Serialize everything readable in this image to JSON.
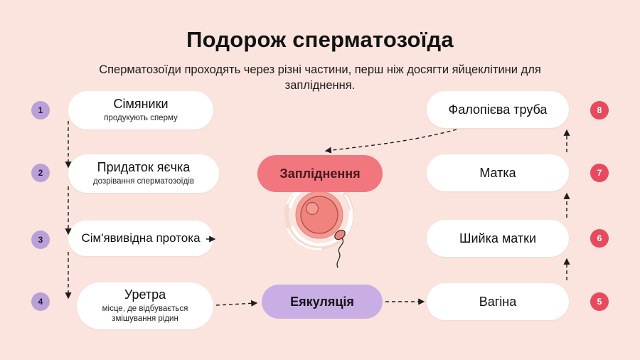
{
  "page": {
    "title": "Подорож сперматозоїда",
    "subtitle": "Сперматозоїди проходять через різні частини, перш ніж досягти яйцеклітини для запліднення."
  },
  "left_column": {
    "items": [
      {
        "number": "1",
        "title": "Сімяники",
        "description": "продукують сперму"
      },
      {
        "number": "2",
        "title": "Придаток яєчка",
        "description": "дозрівання сперматозоїдів"
      },
      {
        "number": "3",
        "title": "Сім'явивідна протока",
        "description": ""
      },
      {
        "number": "4",
        "title": "Уретра",
        "description": "місце, де відбувається змішування рідин"
      }
    ]
  },
  "right_column": {
    "items": [
      {
        "number": "8",
        "title": "Фалопієва труба"
      },
      {
        "number": "7",
        "title": "Матка"
      },
      {
        "number": "6",
        "title": "Шийка матки"
      },
      {
        "number": "5",
        "title": "Вагіна"
      }
    ]
  },
  "center": {
    "fertilization_label": "Запліднення",
    "ejaculation_label": "Еякуляція"
  },
  "colors": {
    "background": "#fae4dd",
    "card": "#ffffff",
    "fertilization_pill": "#f2767d",
    "ejaculation_pill": "#c9aee6",
    "left_badge": "#b9a1d8",
    "right_badge": "#e8495c",
    "arrow": "#1c1c1c",
    "egg_fill": "#f0837e"
  }
}
